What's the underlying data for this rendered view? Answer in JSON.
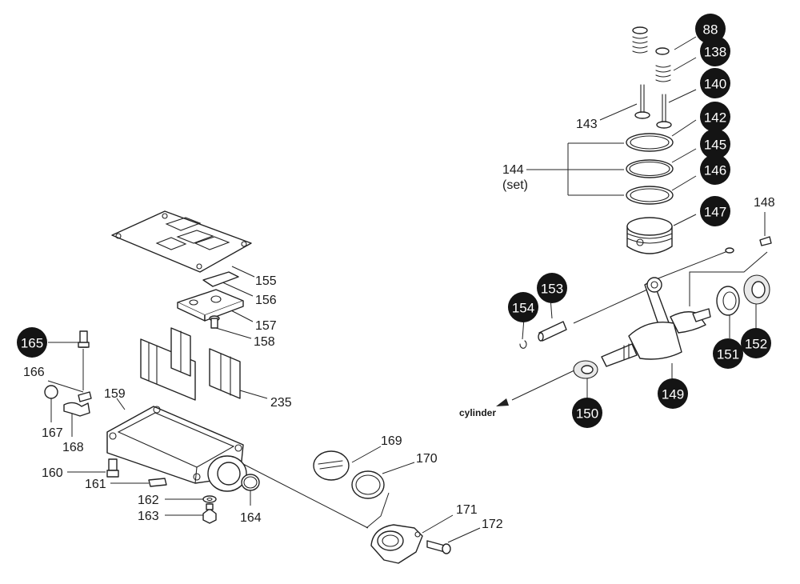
{
  "callouts": {
    "p88": "88",
    "p138": "138",
    "p140": "140",
    "p142": "142",
    "p143": "143",
    "p144": "144",
    "p144_sub": "(set)",
    "p145": "145",
    "p146": "146",
    "p147": "147",
    "p148": "148",
    "p149": "149",
    "p150": "150",
    "p151": "151",
    "p152": "152",
    "p153": "153",
    "p154": "154",
    "p155": "155",
    "p156": "156",
    "p157": "157",
    "p158": "158",
    "p159": "159",
    "p160": "160",
    "p161": "161",
    "p162": "162",
    "p163": "163",
    "p164": "164",
    "p165": "165",
    "p166": "166",
    "p167": "167",
    "p168": "168",
    "p169": "169",
    "p170": "170",
    "p171": "171",
    "p172": "172",
    "p235": "235"
  },
  "annotations": {
    "direction": "cylinder"
  },
  "colors": {
    "badge_fill": "#141414",
    "badge_text": "#ffffff",
    "line": "#222222",
    "background": "#ffffff"
  }
}
